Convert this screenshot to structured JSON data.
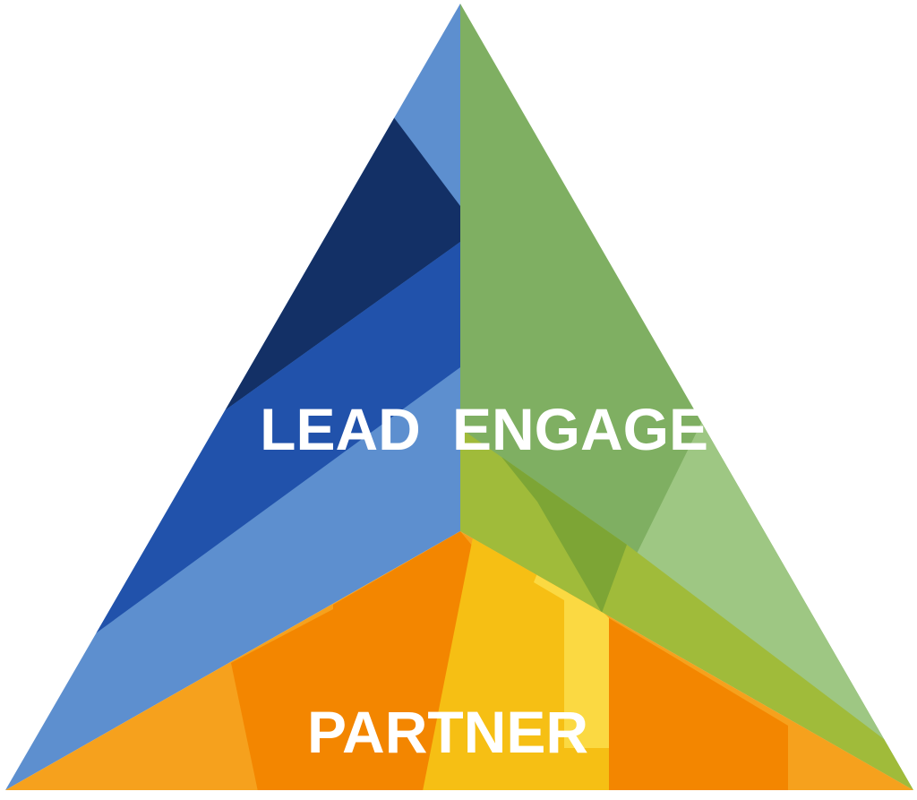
{
  "segments": {
    "lead": {
      "label": "LEAD"
    },
    "engage": {
      "label": "ENGAGE"
    },
    "partner": {
      "label": "PARTNER"
    }
  },
  "colors": {
    "lead_light": "#5d8fcf",
    "lead_mid": "#2152ab",
    "lead_dark": "#133066",
    "engage_main": "#7faf62",
    "engage_light": "#9ec783",
    "engage_lime": "#a0bb3a",
    "engage_deep": "#7da535",
    "partner_orange": "#f6a11d",
    "partner_deep": "#f38600",
    "partner_yellow": "#f6bf14",
    "partner_pale": "#fbd942"
  }
}
